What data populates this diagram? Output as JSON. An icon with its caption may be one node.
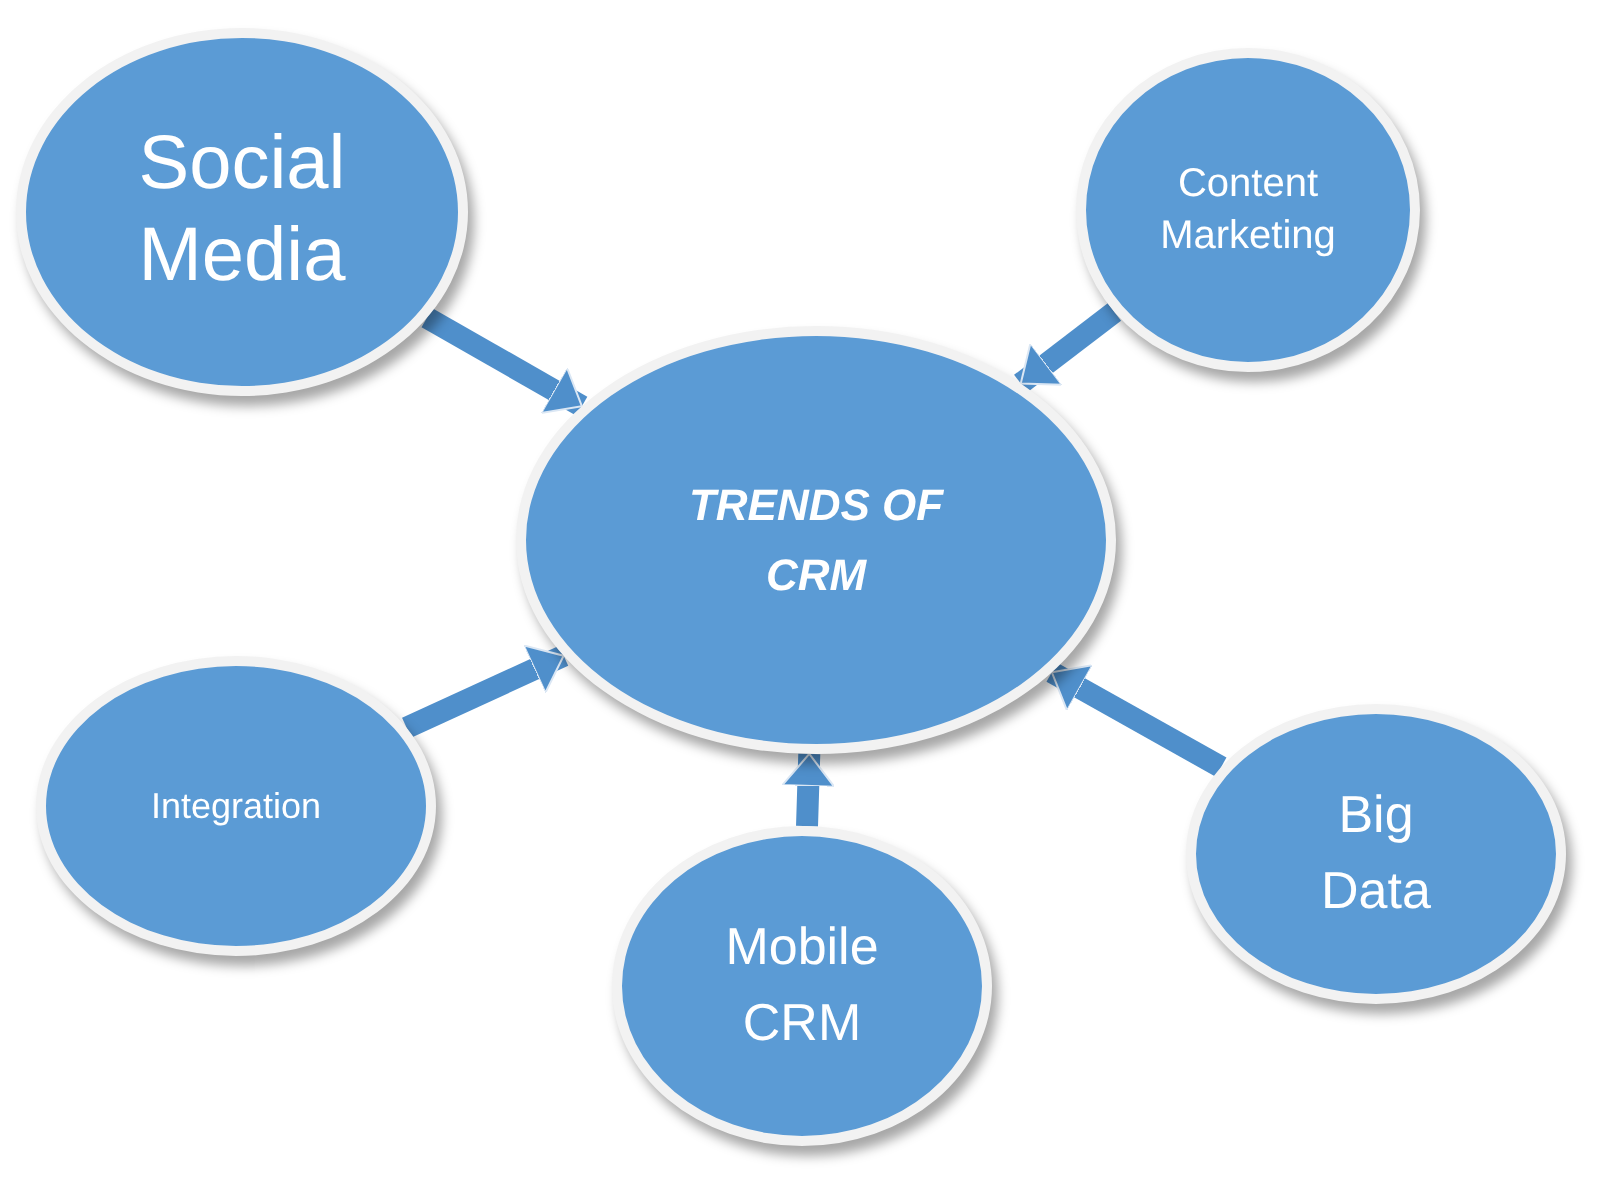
{
  "diagram": {
    "nodes": [
      {
        "text": [
          "Social Media"
        ]
      },
      {
        "text": [
          "Content Marketing"
        ]
      },
      {
        "text": [
          "TRENDS OF CRM"
        ]
      },
      {
        "text": [
          "Integration"
        ]
      },
      {
        "text": [
          "Big Data"
        ]
      },
      {
        "text": [
          "Mobile CRM"
        ]
      }
    ],
    "edges": [
      {
        "from": 0,
        "to": 2,
        "arrow": "to"
      },
      {
        "from": 1,
        "to": 2,
        "arrow": "to"
      },
      {
        "from": 3,
        "to": 2,
        "arrow": "to"
      },
      {
        "from": 4,
        "to": 2,
        "arrow": "to"
      },
      {
        "from": 5,
        "to": 2,
        "arrow": "to"
      }
    ]
  }
}
